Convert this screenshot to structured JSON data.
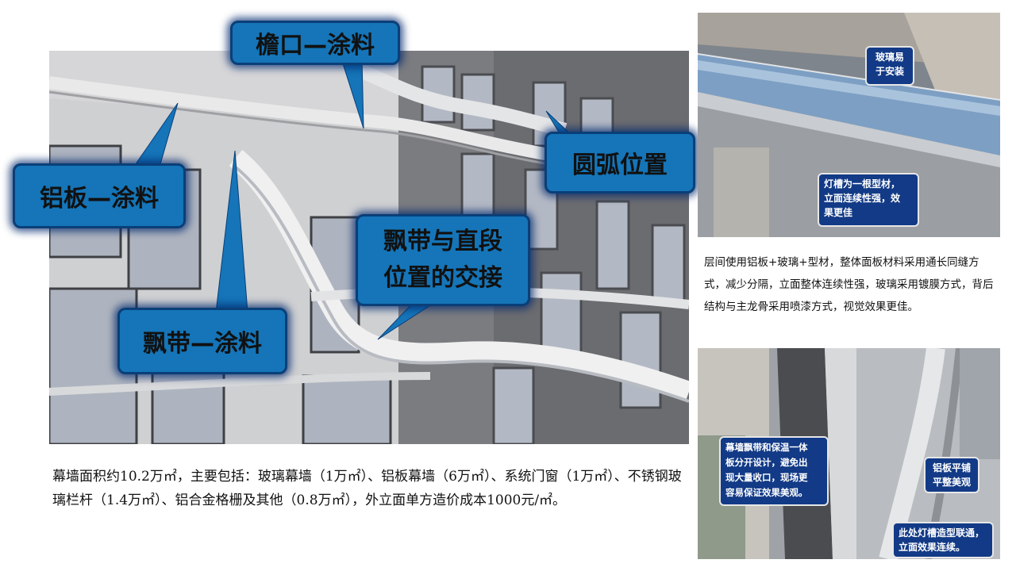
{
  "render_image": {
    "callouts": {
      "eave": "檐口—涂料",
      "arc": "圆弧位置",
      "aluminum": "铝板—涂料",
      "junction_line1": "飘带与直段",
      "junction_line2": "位置的交接",
      "ribbon": "飘带—涂料"
    }
  },
  "photo_top": {
    "callouts": {
      "glass_line1": "玻璃易",
      "glass_line2": "于安装",
      "lamp_line1": "灯槽为一根型材，",
      "lamp_line2": "立面连续性强，效",
      "lamp_line3": "果更佳"
    }
  },
  "photo_bottom": {
    "callouts": {
      "ribbon_line1": "幕墙飘带和保温一体",
      "ribbon_line2": "板分开设计，避免出",
      "ribbon_line3": "现大量收口，现场更",
      "ribbon_line4": "容易保证效果美观。",
      "flat_line1": "铝板平铺",
      "flat_line2": "平整美观",
      "lamp_line1": "此处灯槽造型联通，",
      "lamp_line2": "立面效果连续。"
    }
  },
  "captions": {
    "main": "幕墙面积约10.2万㎡，主要包括：玻璃幕墙（1万㎡）、铝板幕墙（6万㎡）、系统门窗（1万㎡）、不锈钢玻璃栏杆（1.4万㎡）、铝合金格栅及其他（0.8万㎡），外立面单方造价成本1000元/㎡。",
    "side": "层间使用铝板+玻璃+型材，整体面板材料采用通长同缝方式，减少分隔，立面整体连续性强，玻璃采用镀膜方式，背后结构与主龙骨采用喷漆方式，视觉效果更佳。"
  },
  "colors": {
    "callout_blue": "#1575b8",
    "callout_dark": "#123a86"
  }
}
